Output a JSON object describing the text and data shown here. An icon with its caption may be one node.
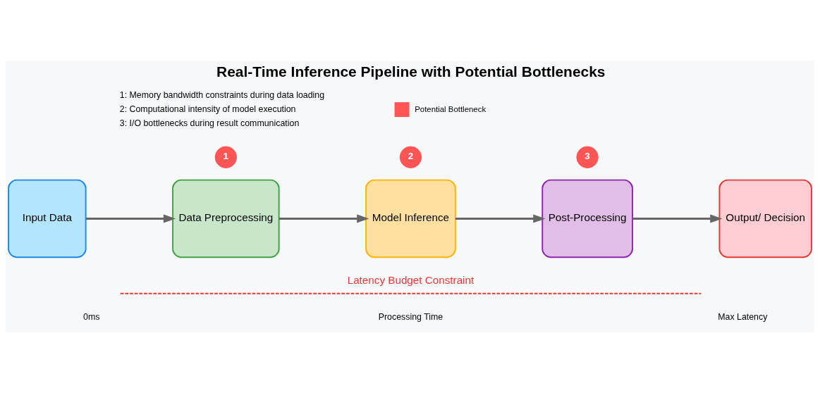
{
  "diagram": {
    "title": "Real-Time Inference Pipeline with Potential Bottlenecks",
    "nodes": [
      {
        "text": [
          "Input Data"
        ]
      },
      {
        "text": [
          "Data Preprocessing"
        ]
      },
      {
        "text": [
          "Model Inference"
        ]
      },
      {
        "text": [
          "Post-Processing"
        ]
      },
      {
        "text": [
          "Output/ Decision"
        ]
      },
      {
        "text": [
          "1"
        ]
      },
      {
        "text": [
          "2"
        ]
      },
      {
        "text": [
          "3"
        ]
      }
    ],
    "edges": [
      {
        "from": 0,
        "to": 1,
        "arrow": "to"
      },
      {
        "from": 1,
        "to": 2,
        "arrow": "to"
      },
      {
        "from": 2,
        "to": 3,
        "arrow": "to"
      },
      {
        "from": 3,
        "to": 4,
        "arrow": "to"
      }
    ],
    "labels": [
      "1: Memory bandwidth constraints during data loading",
      "2: Computational intensity of model execution",
      "3: I/O bottlenecks during result communication",
      "Latency Budget Constraint",
      "0ms",
      "Processing Time",
      "Max Latency"
    ],
    "legend": [
      {
        "text": "Potential Bottleneck",
        "color": "#ff5555"
      }
    ]
  }
}
